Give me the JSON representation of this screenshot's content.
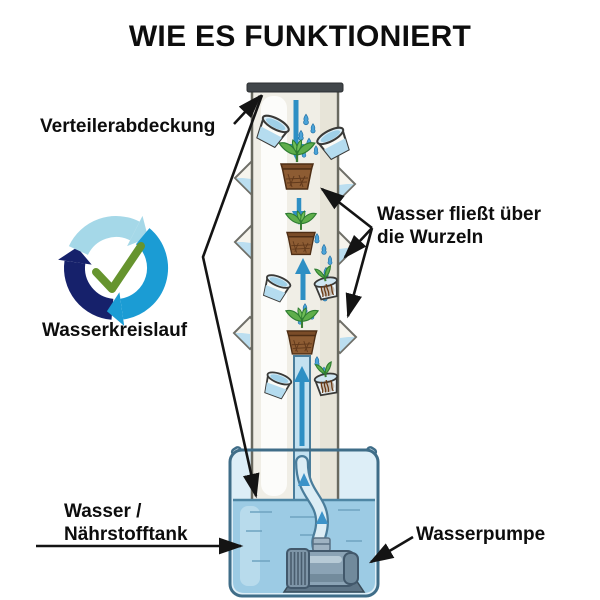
{
  "title": "WIE ES FUNKTIONIERT",
  "labels": {
    "distributor_cover": "Verteilerabdeckung",
    "water_cycle": "Wasserkreislauf",
    "water_flow_line1": "Wasser fließt über",
    "water_flow_line2": "die Wurzeln",
    "tank_line1": "Wasser /",
    "tank_line2": "Nährstofftank",
    "pump": "Wasserpumpe"
  },
  "icons": {
    "water_cycle_icon": {
      "name": "water-cycle-icon",
      "center_glyph": "checkmark",
      "segment_colors": [
        "#a5d8e8",
        "#1b9cd4",
        "#16216b"
      ],
      "check_color": "#66942e"
    }
  },
  "colors": {
    "background": "#ffffff",
    "text": "#0d0d0d",
    "annotation_line": "#141414",
    "tower_body": "#f0eee6",
    "tower_outline": "#69695f",
    "tower_cap": "#41464a",
    "flow_arrow_blue": "#2e8fc4",
    "water_drop": "#4ba3d8",
    "tank_fill": "#ddeef7",
    "tank_water": "#9ccbe4",
    "tank_outline": "#3f6d88",
    "cup_water": "#b5dcef",
    "pot_brown": "#8d5c33",
    "pot_dark": "#4e2e15",
    "leaf_green": "#5fae4b",
    "leaf_dark": "#2e7d32",
    "pump_body": "#8ba3b5",
    "pump_dark": "#42586b"
  }
}
